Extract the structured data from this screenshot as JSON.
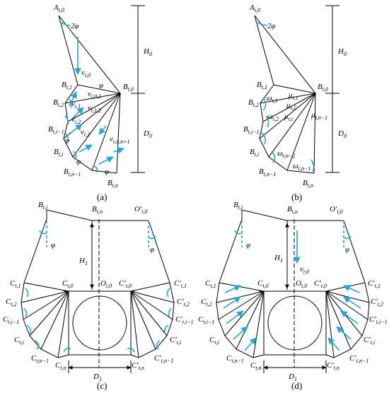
{
  "colors": {
    "line": "#000000",
    "accent": "#1fa9d6",
    "background": "#ffffff"
  },
  "panels": {
    "a": {
      "caption": "(a)",
      "labels": {
        "A_t0": "A",
        "A_t0_sub": "t,0",
        "angle_2phi": "2φ",
        "v_t0": "v",
        "v_t0_sub": "t,0",
        "H0": "H",
        "H0_sub": "0",
        "D0": "D",
        "D0_sub": "0",
        "B_t0": "B",
        "B_t0_sub": "t,0",
        "B_t1": "B",
        "B_t1_sub": "t,1",
        "B_t2": "B",
        "B_t2_sub": "t,2",
        "B_ti1": "B",
        "B_ti1_sub": "t,i−1",
        "B_ti": "B",
        "B_ti_sub": "t,i",
        "B_tn1": "B",
        "B_tn1_sub": "t,n−1",
        "B_tn": "B",
        "B_tn_sub": "t,n",
        "v_t1": "v",
        "v_t1_sub": "t,1",
        "v_t2": "v",
        "v_t2_sub": "t,2",
        "v_t3": "v",
        "v_t3_sub": "t,3",
        "v_t01": "v",
        "v_t01_sub": "t,0,1",
        "v_t12": "v",
        "v_t12_sub": "t,1,2",
        "v_tn_n1": "v",
        "v_tn_n1_sub": "t,n,n+1",
        "phi": "φ"
      }
    },
    "b": {
      "caption": "(b)",
      "labels": {
        "A_t0": "A",
        "A_t0_sub": "t,0",
        "angle_2phi": "2φ",
        "H0": "H",
        "H0_sub": "0",
        "D0": "D",
        "D0_sub": "0",
        "B_t0": "B",
        "B_t0_sub": "t,0",
        "B_t1": "B",
        "B_t1_sub": "t,1",
        "B_t2": "B",
        "B_t2_sub": "t,2",
        "B_ti1": "B",
        "B_ti1_sub": "t,i−1",
        "B_ti": "B",
        "B_ti_sub": "t,i",
        "B_tn1": "B",
        "B_tn1_sub": "t,n−1",
        "B_tn": "B",
        "B_tn_sub": "t,n",
        "om1": "ω",
        "om1_sub": "t,1",
        "om2": "ω",
        "om2_sub": "t,2",
        "omn2": "ω",
        "omn2_sub": "t,n−2",
        "omn1": "ω",
        "omn1_sub": "t,n−1",
        "mu1": "μ",
        "mu1_sub": "t,1",
        "mu2": "μ",
        "mu2_sub": "t,2",
        "mun1": "μ",
        "mun1_sub": "t,n−1",
        "mui": "μ",
        "mui_sub": "t,i"
      }
    },
    "c": {
      "caption": "(c)",
      "labels": {
        "B_ti": "B",
        "B_ti_sub": "t,i",
        "B_tn": "B",
        "B_tn_sub": "t,n",
        "Op_t0": "O′",
        "Op_t0_sub": "t,0",
        "H1": "H",
        "H1_sub": "1",
        "D1": "D",
        "D1_sub": "1",
        "C_t0": "C",
        "C_t0_sub": "t,0",
        "O_t0": "O",
        "O_t0_sub": "t,0",
        "Cp_t0": "C′",
        "Cp_t0_sub": "t,0",
        "C_t1": "C",
        "C_t1_sub": "t,1",
        "C_t2": "C",
        "C_t2_sub": "t,2",
        "C_ti1": "C",
        "C_ti1_sub": "t,i−1",
        "C_ti": "C",
        "C_ti_sub": "t,i",
        "C_tn1": "C",
        "C_tn1_sub": "t,n−1",
        "C_tn": "C",
        "C_tn_sub": "t,n",
        "Cp_t1": "C′",
        "Cp_t1_sub": "t,1",
        "Cp_t2": "C′",
        "Cp_t2_sub": "t,2",
        "Cp_ti1": "C′",
        "Cp_ti1_sub": "t,i−1",
        "Cp_ti": "C′",
        "Cp_ti_sub": "t,i",
        "Cp_tn1": "C′",
        "Cp_tn1_sub": "t,n−1",
        "Cp_tn": "C′",
        "Cp_tn_sub": "t,n",
        "phi": "φ"
      }
    },
    "d": {
      "caption": "(d)",
      "labels": {
        "B_ti": "B",
        "B_ti_sub": "t,i",
        "B_tn": "B",
        "B_tn_sub": "t,n",
        "Op_t0": "O′",
        "Op_t0_sub": "t,0",
        "H1": "H",
        "H1_sub": "1",
        "D1": "D",
        "D1_sub": "1",
        "v_r0": "v",
        "v_r0_sub": "r,0",
        "C_t0": "C",
        "C_t0_sub": "t,0",
        "O_t0": "O",
        "O_t0_sub": "t,0",
        "Cp_t0": "C′",
        "Cp_t0_sub": "t,0",
        "C_t1": "C",
        "C_t1_sub": "t,1",
        "C_t2": "C",
        "C_t2_sub": "t,2",
        "C_ti1": "C",
        "C_ti1_sub": "t,i−1",
        "C_ti": "C",
        "C_ti_sub": "t,i",
        "C_tn1": "C",
        "C_tn1_sub": "t,n−1",
        "C_tn": "C",
        "C_tn_sub": "t,n",
        "Cp_t1": "C′",
        "Cp_t1_sub": "t,1",
        "Cp_t2": "C′",
        "Cp_t2_sub": "t,2",
        "Cp_ti1": "C′",
        "Cp_ti1_sub": "t,i−1",
        "Cp_ti": "C′",
        "Cp_ti_sub": "t,i",
        "Cp_tn1": "C′",
        "Cp_tn1_sub": "t,n−1",
        "Cp_tn": "C′",
        "Cp_tn_sub": "t,n",
        "phi": "φ"
      }
    }
  }
}
